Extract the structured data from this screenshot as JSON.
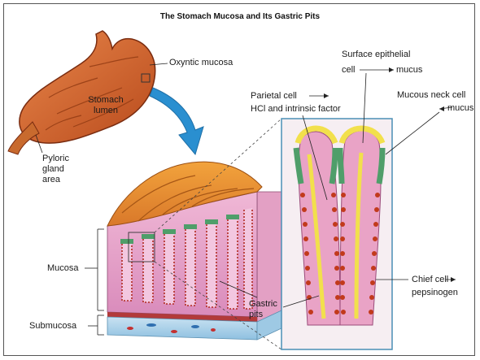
{
  "title": "The Stomach Mucosa and Its Gastric Pits",
  "labels": {
    "oxyntic_mucosa": "Oxyntic mucosa",
    "stomach_lumen_line1": "Stomach",
    "stomach_lumen_line2": "lumen",
    "pyloric_line1": "Pyloric",
    "pyloric_line2": "gland",
    "pyloric_line3": "area",
    "surface_epithelial_line1": "Surface epithelial",
    "surface_epithelial_line2": "cell",
    "surface_mucus": "mucus",
    "parietal_line1": "Parietal cell",
    "parietal_line2": "HCl and intrinsic factor",
    "mucous_neck": "Mucous neck cell",
    "mucous_neck_mucus": "mucus",
    "mucosa": "Mucosa",
    "submucosa": "Submucosa",
    "gastric_pits_line1": "Gastric",
    "gastric_pits_line2": "pits",
    "chief_cell": "Chief cell",
    "pepsinogen": "pepsinogen"
  },
  "colors": {
    "stomach_wall": "#c2541d",
    "mucosa_fold": "#e08a2c",
    "tissue_pink": "#e9a3c6",
    "epithelium_yellow": "#f2e04c",
    "epithelium_green": "#4f9e6a",
    "chief_cell_red": "#c23a1c",
    "arrow_blue": "#2a8fd0",
    "panel_border": "#4a8fb5",
    "submucosa_blue": "#9ec9e4"
  }
}
